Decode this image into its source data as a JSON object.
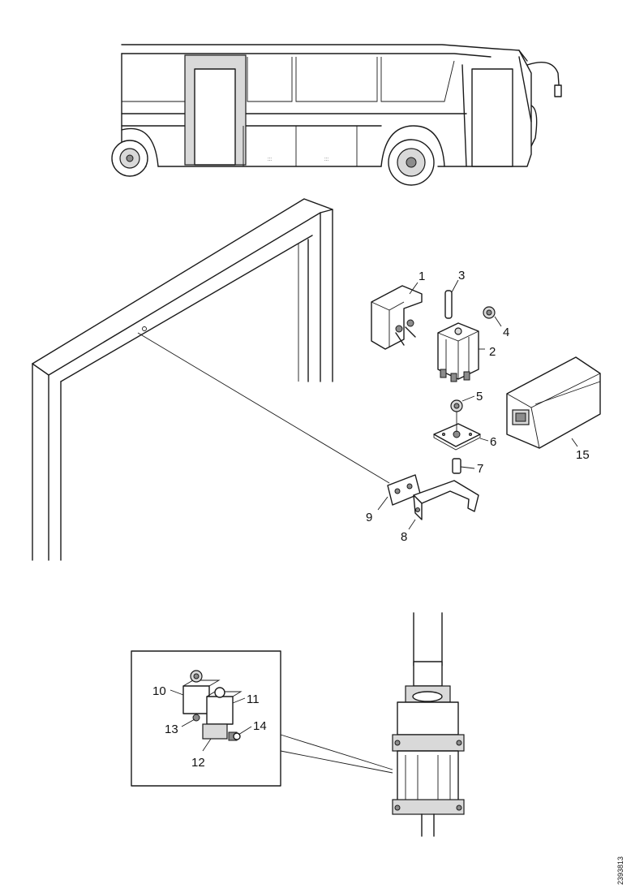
{
  "callouts": {
    "c1": "1",
    "c2": "2",
    "c3": "3",
    "c4": "4",
    "c5": "5",
    "c6": "6",
    "c7": "7",
    "c8": "8",
    "c9": "9",
    "c10": "10",
    "c11": "11",
    "c12": "12",
    "c13": "13",
    "c14": "14",
    "c15": "15"
  },
  "document_number": "2393813"
}
